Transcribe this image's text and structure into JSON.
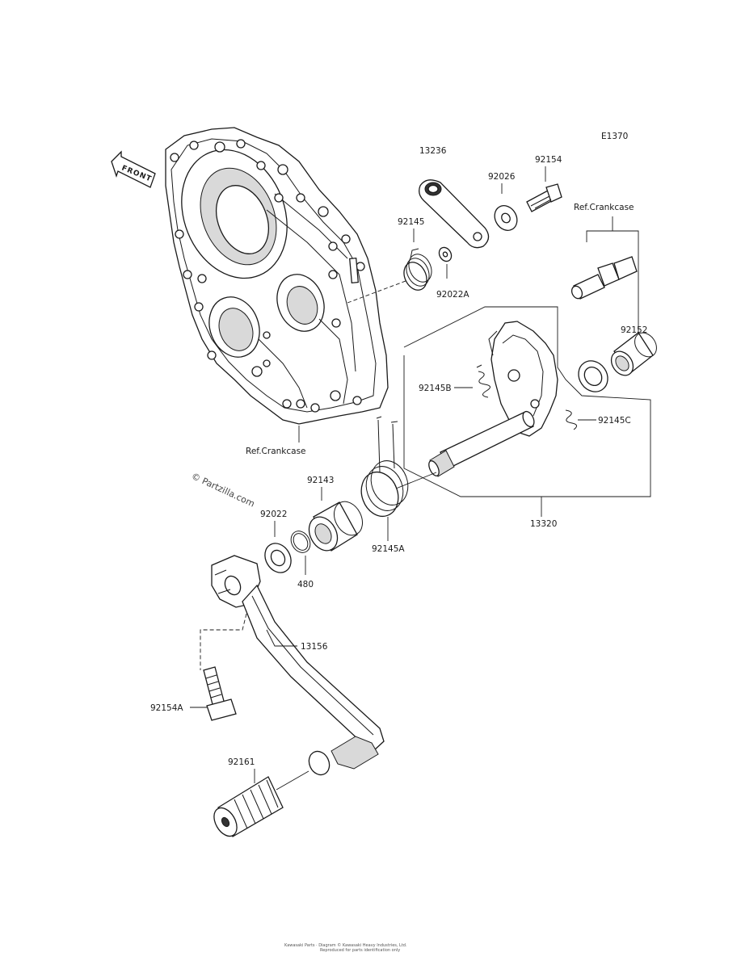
{
  "diagram": {
    "code": "E1370",
    "front_label": "FRONT",
    "watermark": "© Partzilla.com",
    "footer_line1": "Kawasaki Parts · Diagram © Kawasaki Heavy Industries, Ltd.",
    "footer_line2": "Reproduced for parts identification only",
    "labels": {
      "p13236": "13236",
      "p92154": "92154",
      "p92026": "92026",
      "ref_crankcase_top": "Ref.Crankcase",
      "p92145": "92145",
      "p92022A": "92022A",
      "p92152": "92152",
      "p92145B": "92145B",
      "p92145C": "92145C",
      "ref_crankcase_bottom": "Ref.Crankcase",
      "p92143": "92143",
      "p92022": "92022",
      "p13320": "13320",
      "p92145A": "92145A",
      "p480": "480",
      "p13156": "13156",
      "p92154A": "92154A",
      "p92161": "92161"
    }
  }
}
